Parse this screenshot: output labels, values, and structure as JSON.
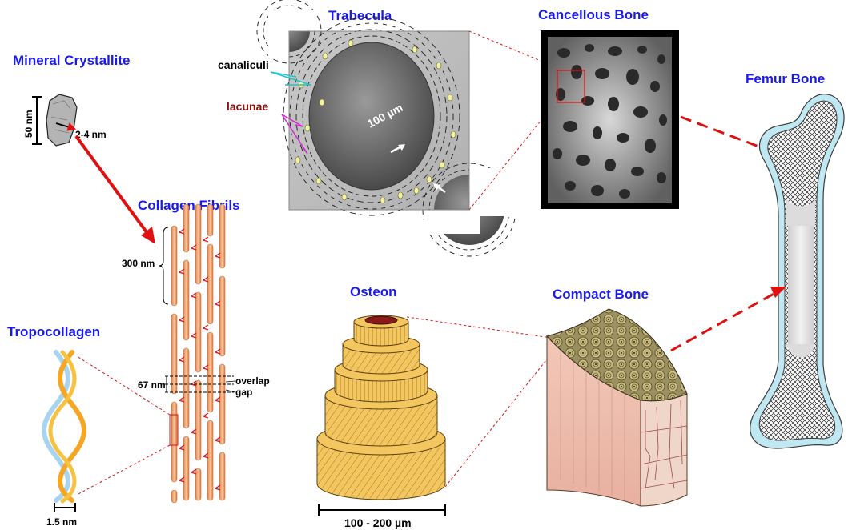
{
  "titles": {
    "mineral": "Mineral Crystallite",
    "trabecula": "Trabecula",
    "cancellous": "Cancellous Bone",
    "femur": "Femur Bone",
    "collagen_fibrils": "Collagen Fibrils",
    "tropocollagen": "Tropocollagen",
    "osteon": "Osteon",
    "compact": "Compact Bone"
  },
  "labels": {
    "canaliculi": "canaliculi",
    "lacunae": "lacunae",
    "scale_100um": "100 µm",
    "crystal_length": "50 nm",
    "crystal_thickness": "2-4 nm",
    "fibril_300nm": "300 nm",
    "fibril_67nm": "67 nm",
    "overlap": "overlap",
    "gap": "gap",
    "tropo_width": "1.5 nm",
    "osteon_scale": "100 - 200 µm"
  },
  "colors": {
    "title": "#1a1aee",
    "lacunae_label": "#8b1010",
    "canaliculi_pointer": "#22c3c8",
    "lacunae_pointer": "#d02ad0",
    "arrow_red": "#e01010",
    "fibril": "#f0a070",
    "tropocollagen_gold": "#f5a623",
    "tropocollagen_blue": "#a8d4f0",
    "osteon": "#f0c060",
    "femur_outline": "#bfe8f2"
  }
}
